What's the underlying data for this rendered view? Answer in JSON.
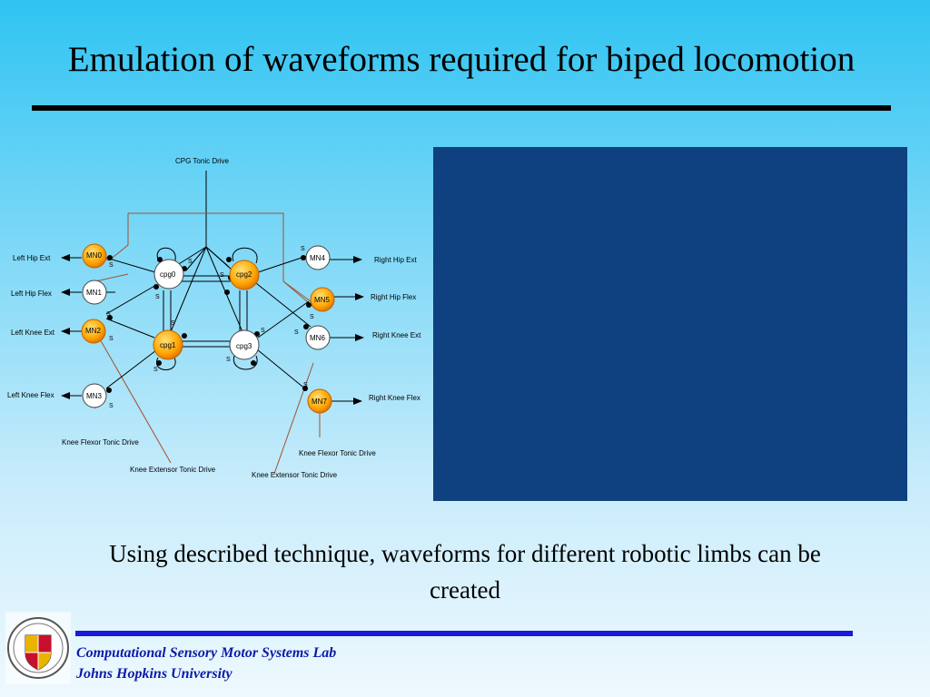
{
  "slide": {
    "title": "Emulation of waveforms required for biped locomotion",
    "caption": "Using described technique, waveforms for different robotic limbs can be created",
    "footer": {
      "line1": "Computational Sensory Motor Systems Lab",
      "line2": "Johns Hopkins University"
    }
  },
  "diagram": {
    "tonic_drive": "CPG Tonic Drive",
    "cpg": {
      "cpg0": "cpg0",
      "cpg1": "cpg1",
      "cpg2": "cpg2",
      "cpg3": "cpg3"
    },
    "mn": {
      "mn0": "MN0",
      "mn1": "MN1",
      "mn2": "MN2",
      "mn3": "MN3",
      "mn4": "MN4",
      "mn5": "MN5",
      "mn6": "MN6",
      "mn7": "MN7"
    },
    "outputs": {
      "left_hip_ext": "Left Hip Ext",
      "left_hip_flex": "Left Hip Flex",
      "left_knee_ext": "Left Knee Ext",
      "left_knee_flex": "Left Knee Flex",
      "right_hip_ext": "Right Hip Ext",
      "right_hip_flex": "Right Hip Flex",
      "right_knee_ext": "Right Knee Ext",
      "right_knee_flex": "Right Knee Flex"
    },
    "drives": {
      "left_knee_flexor": "Knee Flexor Tonic Drive",
      "left_knee_extensor": "Knee Extensor Tonic Drive",
      "right_knee_flexor": "Knee Flexor Tonic Drive",
      "right_knee_extensor": "Knee Extensor Tonic Drive"
    },
    "synapse_label": "S"
  },
  "colors": {
    "panel": "#0f4080",
    "footer_text": "#0c1ba8",
    "footer_rule": "#1a1ad8",
    "active_node": "#ffa500",
    "drive_line": "#a0522d"
  }
}
